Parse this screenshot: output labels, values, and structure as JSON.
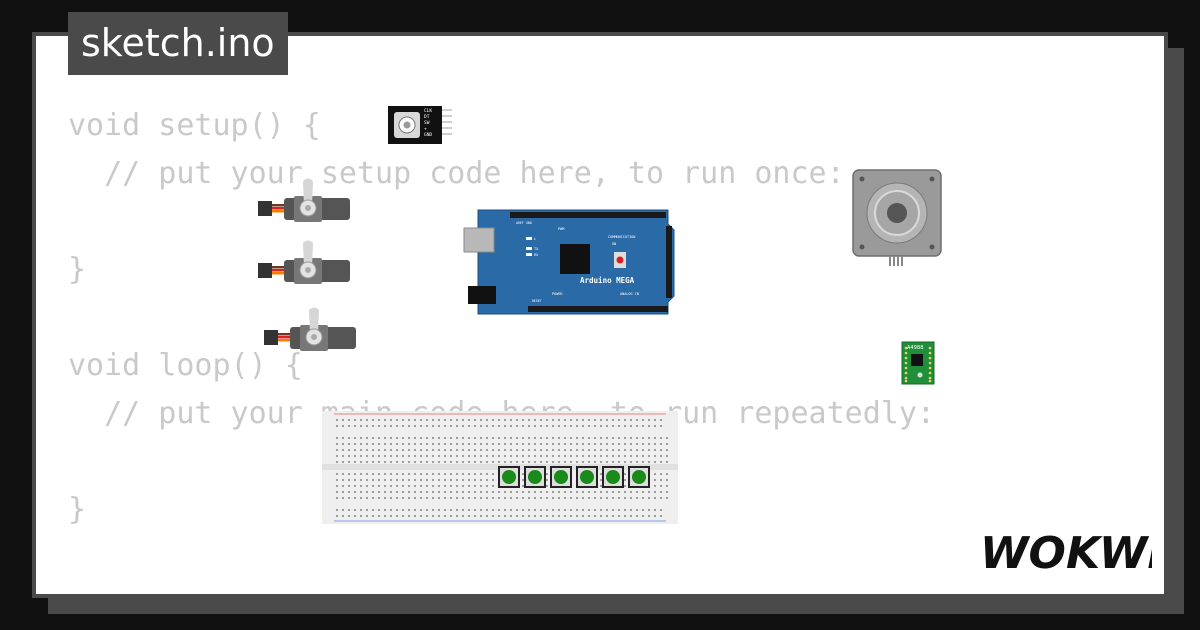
{
  "editor": {
    "filename": "sketch.ino",
    "code_lines": [
      "void setup() {",
      "  // put your setup code here, to run once:",
      "",
      "}",
      "",
      "void loop() {",
      "  // put your main code here, to run repeatedly:",
      "",
      "}"
    ]
  },
  "parts": {
    "encoder": {
      "pins": [
        "CLK",
        "DT",
        "SW",
        "+",
        "GND"
      ]
    },
    "arduino": {
      "name": "Arduino MEGA",
      "labels": [
        "AREF",
        "GND",
        "PWM",
        "COMMUNICATION",
        "ON",
        "TX",
        "RX",
        "L",
        "POWER",
        "ANALOG IN",
        "RESET"
      ]
    },
    "driver": {
      "name": "A4988"
    },
    "servo_count": 3,
    "button_count": 6
  },
  "brand": {
    "logo": "WOKWI"
  },
  "colors": {
    "background": "#111111",
    "frame": "#4a4a4a",
    "panel": "#ffffff",
    "code_text": "#c9c9c9",
    "arduino_board": "#2a6aa6",
    "button_cap": "#1a8a1a",
    "driver_board": "#1f8f3a",
    "servo_body": "#555555",
    "servo_wire": "#ff7a00"
  }
}
